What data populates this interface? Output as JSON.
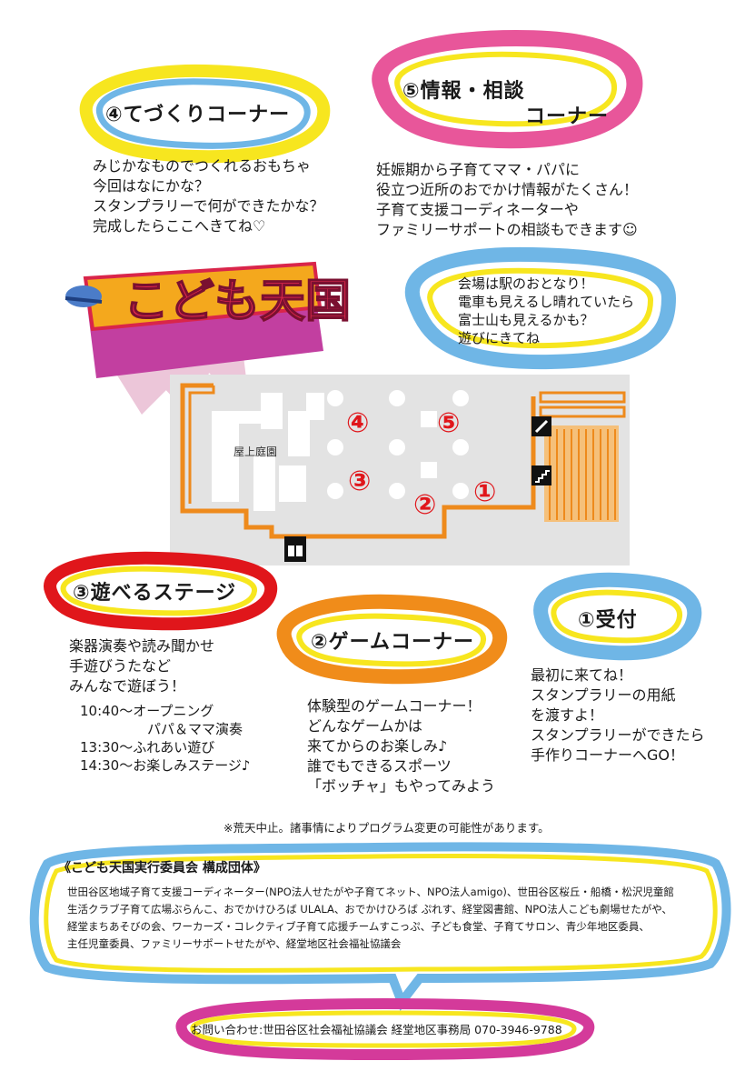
{
  "corner4": {
    "title": "④てづくりコーナー",
    "lines": [
      "みじかなものでつくれるおもちゃ",
      "今回はなにかな？",
      "スタンプラリーで何ができたかな？",
      "完成したらここへきてね♡"
    ]
  },
  "corner5": {
    "title_line1": "⑤情報・相談",
    "title_line2": "コーナー",
    "lines": [
      "妊娠期から子育てママ・パパに",
      "役立つ近所のおでかけ情報がたくさん！",
      "子育て支援コーディネーターや",
      "ファミリーサポートの相談もできます☺"
    ]
  },
  "logo": {
    "text": "こども天国"
  },
  "venue_bubble": {
    "lines": [
      "会場は駅のおとなり！",
      "電車も見えるし晴れていたら",
      "富士山も見えるかも？",
      "遊びにきてね"
    ]
  },
  "map": {
    "garden_label": "屋上庭園",
    "markers": [
      "④",
      "⑤",
      "③",
      "②",
      "①"
    ]
  },
  "corner3": {
    "title": "③遊べるステージ",
    "lines": [
      "楽器演奏や読み聞かせ",
      "手遊びうたなど",
      "みんなで遊ぼう！"
    ],
    "schedule": [
      "10:40～オープニング",
      "パパ＆ママ演奏",
      "13:30～ふれあい遊び",
      "14:30～お楽しみステージ♪"
    ]
  },
  "corner2": {
    "title": "②ゲームコーナー",
    "lines": [
      "体験型のゲームコーナー！",
      "どんなゲームかは",
      "来てからのお楽しみ♪",
      "誰でもできるスポーツ",
      "「ボッチャ」もやってみよう"
    ]
  },
  "corner1": {
    "title": "①受付",
    "lines": [
      "最初に来てね！",
      "スタンプラリーの用紙",
      "を渡すよ！",
      "スタンプラリーができたら",
      "手作りコーナーへGO！"
    ]
  },
  "notice": "※荒天中止。諸事情によりプログラム変更の可能性があります。",
  "committee": {
    "title": "《こども天国実行委員会 構成団体》",
    "lines": [
      "世田谷区地域子育て支援コーディネーター(NPO法人せたがや子育てネット、NPO法人amigo)、世田谷区桜丘・船橋・松沢児童館",
      "生活クラブ子育て広場ぶらんこ、おでかけひろば ULALA、おでかけひろば ぷれす、経堂図書館、NPO法人こども劇場せたがや、",
      "経堂まちあそびの会、ワーカーズ・コレクティブ子育て応援チームすこっぷ、子ども食堂、子育てサロン、青少年地区委員、",
      "主任児童委員、ファミリーサポートせたがや、経堂地区社会福祉協議会"
    ]
  },
  "contact": "お問い合わせ:世田谷区社会福祉協議会 経堂地区事務局 070-3946-9788",
  "colors": {
    "yellow": "#f7e61f",
    "blue": "#6fb6e6",
    "pink": "#e8569a",
    "red": "#e0161b",
    "orange": "#f08c1a",
    "magenta": "#d43a9a",
    "map_orange": "#ee8a1c",
    "map_gray": "#e3e3e3"
  }
}
